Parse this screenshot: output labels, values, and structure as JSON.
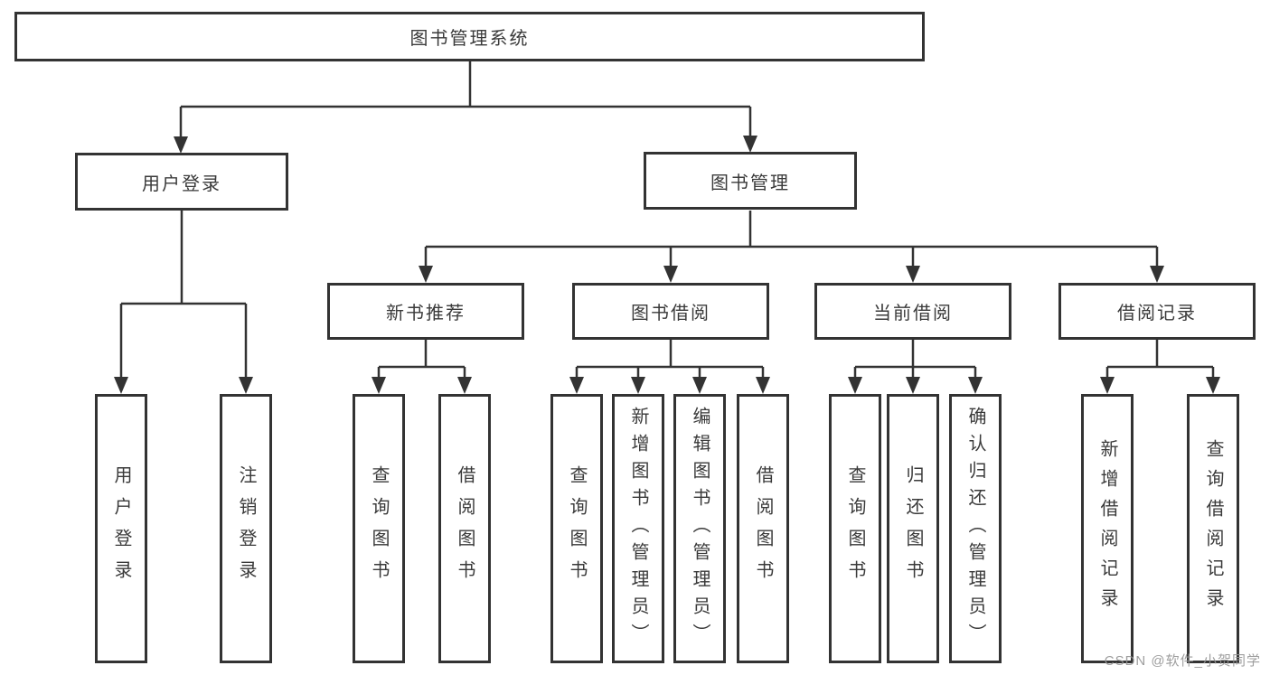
{
  "colors": {
    "line": "#333333",
    "box_border": "#333333",
    "box_background": "#ffffff",
    "text": "#3a3a3a",
    "watermark": "#949494",
    "page_background": "#ffffff"
  },
  "watermark": {
    "text": "CSDN @软件_小贺同学"
  },
  "tree": {
    "root": {
      "label": "图书管理系统"
    },
    "branches": [
      {
        "label": "用户登录",
        "children": [
          {
            "label": "用户登录"
          },
          {
            "label": "注销登录"
          }
        ]
      },
      {
        "label": "图书管理",
        "children": [
          {
            "label": "新书推荐",
            "children": [
              {
                "label": "查询图书"
              },
              {
                "label": "借阅图书"
              }
            ]
          },
          {
            "label": "图书借阅",
            "children": [
              {
                "label": "查询图书"
              },
              {
                "label": "新增图书（管理员）"
              },
              {
                "label": "编辑图书（管理员）"
              },
              {
                "label": "借阅图书"
              }
            ]
          },
          {
            "label": "当前借阅",
            "children": [
              {
                "label": "查询图书"
              },
              {
                "label": "归还图书"
              },
              {
                "label": "确认归还（管理员）"
              }
            ]
          },
          {
            "label": "借阅记录",
            "children": [
              {
                "label": "新增借阅记录"
              },
              {
                "label": "查询借阅记录"
              }
            ]
          }
        ]
      }
    ]
  }
}
